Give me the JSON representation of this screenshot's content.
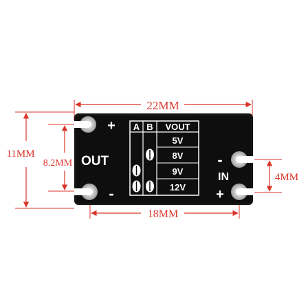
{
  "dimensions": {
    "width_top": "22MM",
    "height_left": "11MM",
    "pad_spacing_left": "8.2MM",
    "pad_spacing_right": "4MM",
    "width_bottom": "18MM"
  },
  "board": {
    "out_label": "OUT",
    "in_label": "IN",
    "plus": "+",
    "minus": "-",
    "table": {
      "headers": [
        "A",
        "B",
        "VOUT"
      ],
      "rows": [
        {
          "a": "open",
          "b": "open",
          "vout": "5V"
        },
        {
          "a": "open",
          "b": "bridged",
          "vout": "8V"
        },
        {
          "a": "bridged",
          "b": "open",
          "vout": "9V"
        },
        {
          "a": "bridged",
          "b": "bridged",
          "vout": "12V"
        }
      ]
    }
  },
  "colors": {
    "dimension": "#d9362b",
    "pcb": "#0e0e0e",
    "pad": "#c9c9c9",
    "silkscreen": "#ffffff"
  }
}
